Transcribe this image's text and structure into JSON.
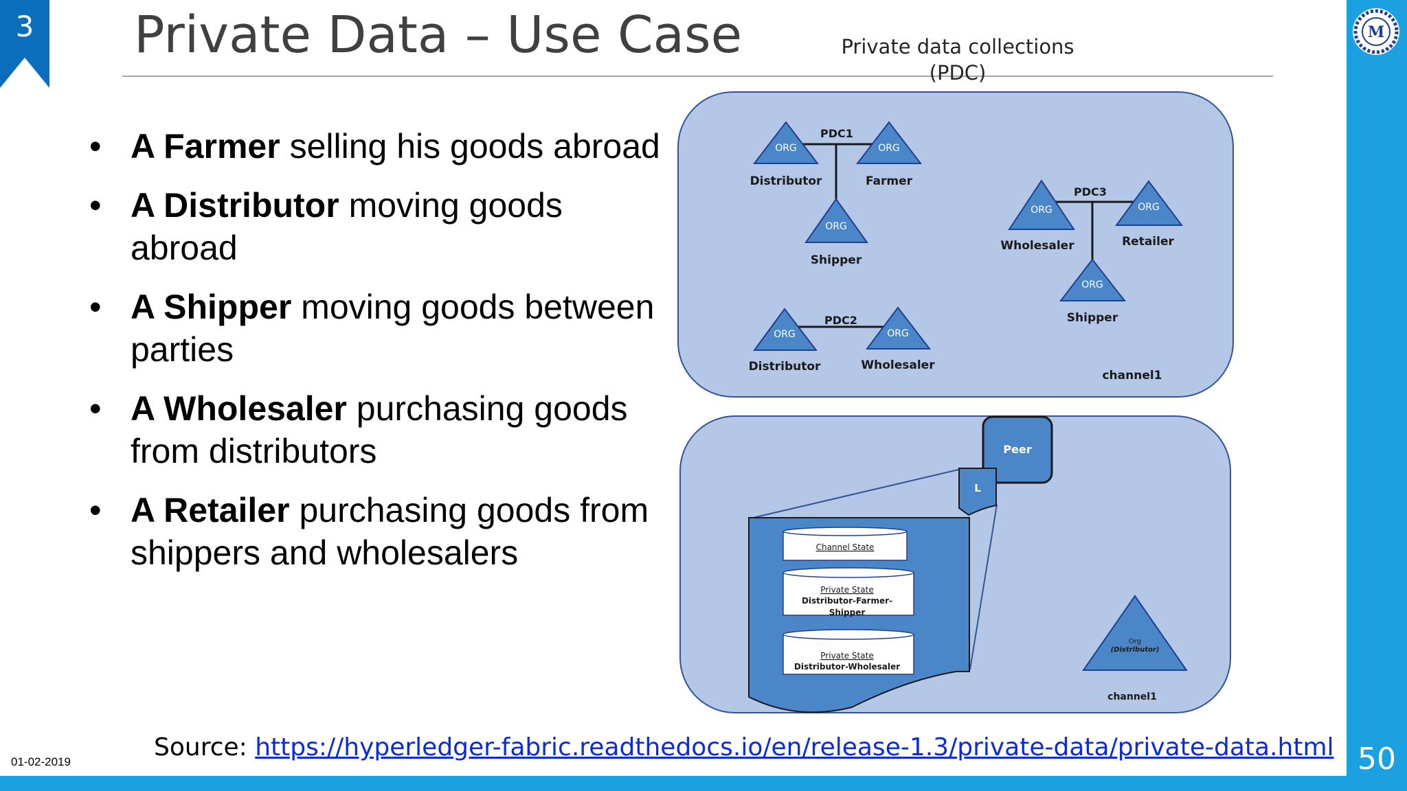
{
  "slide": {
    "section_number": "3",
    "title": "Private Data – Use Case",
    "page_number": "50",
    "date": "01-02-2019",
    "logo_letter": "M"
  },
  "bullets": [
    {
      "bold": "A Farmer",
      "rest": " selling his goods abroad"
    },
    {
      "bold": "A Distributor",
      "rest": " moving goods abroad"
    },
    {
      "bold": "A Shipper",
      "rest": " moving goods between parties"
    },
    {
      "bold": "A Wholesaler",
      "rest": " purchasing goods from distributors"
    },
    {
      "bold": "A Retailer",
      "rest": " purchasing goods from shippers and wholesalers"
    }
  ],
  "source": {
    "label": "Source: ",
    "url": "https://hyperledger-fabric.readthedocs.io/en/release-1.3/private-data/private-data.html"
  },
  "diagram": {
    "caption_line1": "Private data collections",
    "caption_line2": "(PDC)",
    "org_label": "ORG",
    "channel_label": "channel1",
    "pdc1": {
      "label": "PDC1",
      "orgs": [
        "Distributor",
        "Farmer",
        "Shipper"
      ]
    },
    "pdc2": {
      "label": "PDC2",
      "orgs": [
        "Distributor",
        "Wholesaler"
      ]
    },
    "pdc3": {
      "label": "PDC3",
      "orgs": [
        "Wholesaler",
        "Retailer",
        "Shipper"
      ]
    },
    "peer_label": "Peer",
    "ledger_label": "L",
    "channel_state": "Channel State",
    "private_state_label": "Private State",
    "private_state_1_line1": "Distributor-Farmer-",
    "private_state_1_line2": "Shipper",
    "private_state_2": "Distributor-Wholesaler",
    "org_distributor_line1": "Org",
    "org_distributor_line2": "(Distributor)"
  },
  "colors": {
    "accent_blue": "#0a6ebd",
    "sidebar_blue": "#1ba1e2",
    "panel_fill": "#b4c7e7",
    "triangle_fill": "#4a86c8",
    "link": "#0b2ad8"
  }
}
